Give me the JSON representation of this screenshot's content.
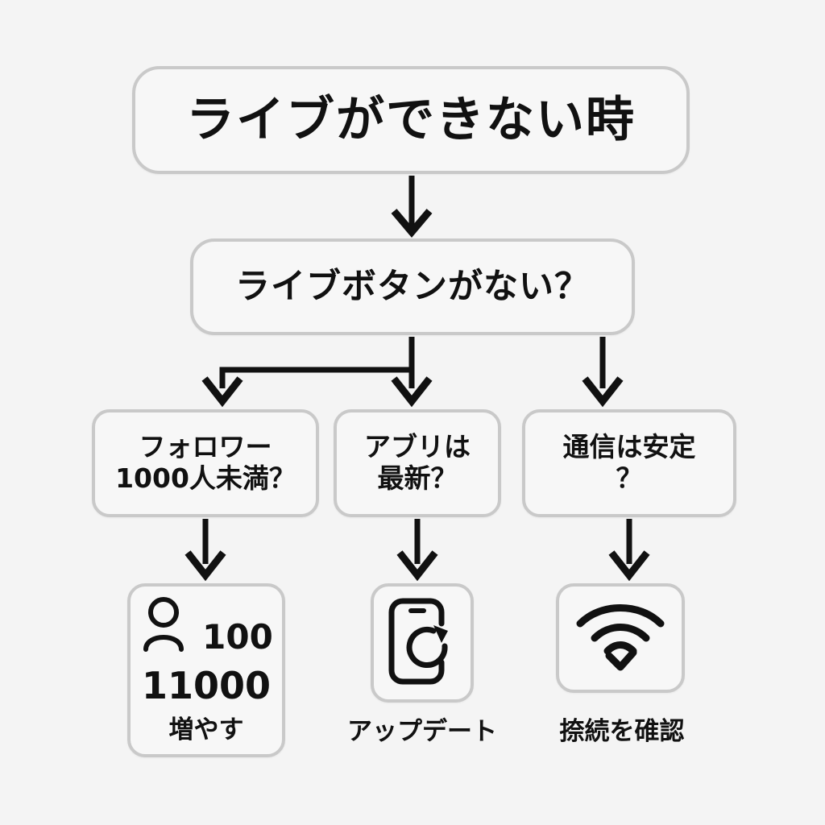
{
  "diagram": {
    "type": "flowchart",
    "background_color": "#f4f4f4",
    "node_fill": "#f7f7f7",
    "node_border": "#c9c9c9",
    "connector_color": "#111111",
    "title": "ライブができない時",
    "nodes": [
      {
        "id": "title",
        "label": "ライブができない時",
        "level": 0
      },
      {
        "id": "livebutton",
        "label": "ライブボタンがない？",
        "level": 1
      },
      {
        "id": "followers",
        "line1": "フォロワー",
        "line2": "1000人未満？",
        "level": 2
      },
      {
        "id": "appver",
        "line1": "アブリは",
        "line2": "最新？",
        "level": 2
      },
      {
        "id": "network",
        "line1": "通信は安定",
        "line2": "？",
        "level": 2
      }
    ],
    "results": [
      {
        "id": "result-followers",
        "icon": "person-icon",
        "number_top": "100",
        "number_bottom": "11000",
        "label": "増やす"
      },
      {
        "id": "result-update",
        "icon": "phone-refresh-icon",
        "caption": "アップデート"
      },
      {
        "id": "result-network",
        "icon": "wifi-check-icon",
        "caption": "捺続を碓認"
      }
    ],
    "connectors": [
      {
        "from": "title",
        "to": "livebutton",
        "style": "straight-down-arrow"
      },
      {
        "from": "livebutton",
        "to": "followers",
        "style": "elbow-left-arrow"
      },
      {
        "from": "livebutton",
        "to": "appver",
        "style": "straight-down-arrow"
      },
      {
        "from": "livebutton",
        "to": "network",
        "style": "straight-down-arrow"
      },
      {
        "from": "followers",
        "to": "result-followers",
        "style": "straight-down-arrow"
      },
      {
        "from": "appver",
        "to": "result-update",
        "style": "straight-down-arrow"
      },
      {
        "from": "network",
        "to": "result-network",
        "style": "straight-down-arrow"
      }
    ]
  }
}
